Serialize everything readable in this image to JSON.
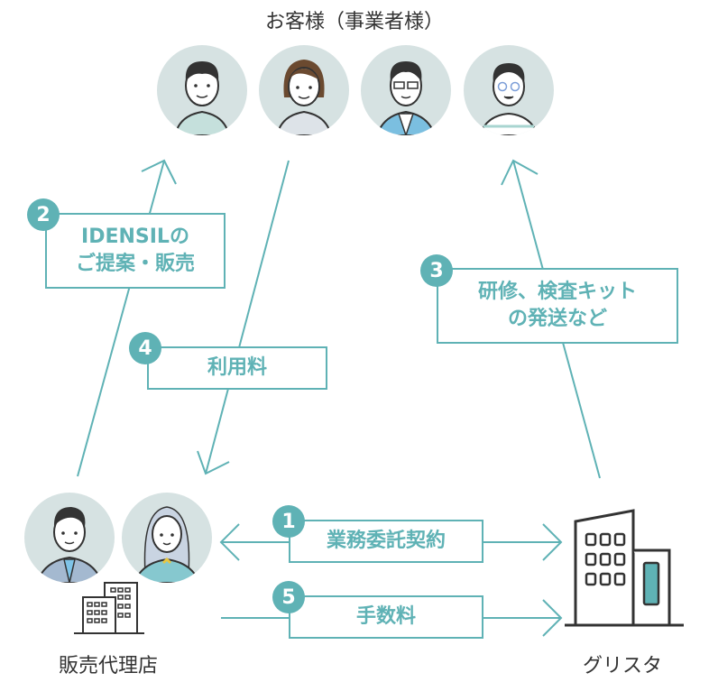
{
  "title": "お客様（事業者様）",
  "colors": {
    "accent": "#5fb2b5",
    "text": "#333333",
    "avatar_bg": "#d6e2e2"
  },
  "customers": [
    {
      "name": "customer-man-cardigan"
    },
    {
      "name": "customer-woman-jacket"
    },
    {
      "name": "customer-man-glasses"
    },
    {
      "name": "customer-woman-glasses"
    }
  ],
  "agency": {
    "label": "販売代理店"
  },
  "company": {
    "label": "グリスタ"
  },
  "steps": [
    {
      "num": "1",
      "text": "業務委託契約"
    },
    {
      "num": "2",
      "line1": "IDENSILの",
      "line2": "ご提案・販売"
    },
    {
      "num": "3",
      "line1": "研修、検査キット",
      "line2": "の発送など"
    },
    {
      "num": "4",
      "text": "利用料"
    },
    {
      "num": "5",
      "text": "手数料"
    }
  ]
}
